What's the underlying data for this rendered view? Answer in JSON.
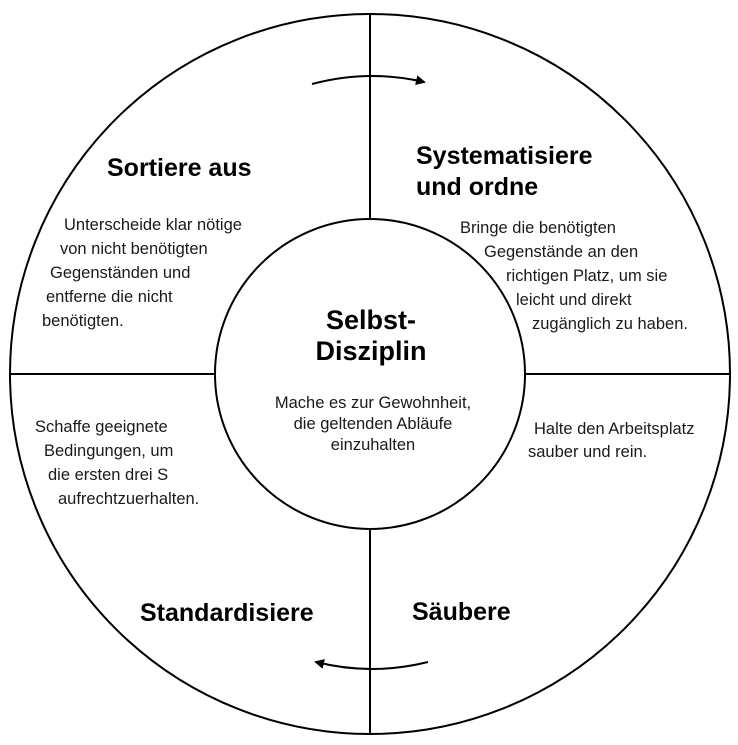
{
  "center": {
    "title_lines": [
      "Selbst-",
      "Disziplin"
    ],
    "desc_lines": [
      "Mache es zur Gewohnheit,",
      "die geltenden Abläufe",
      "einzuhalten"
    ]
  },
  "top_left": {
    "title": "Sortiere aus",
    "desc_lines": [
      "Unterscheide klar nötige",
      "von nicht benötigten",
      "Gegenständen und",
      "entferne die nicht",
      "benötigten."
    ]
  },
  "top_right": {
    "title_lines": [
      "Systematisiere",
      "und ordne"
    ],
    "desc_lines": [
      "Bringe die benötigten",
      "Gegenstände an den",
      "richtigen Platz, um sie",
      "leicht und direkt",
      "zugänglich zu haben."
    ]
  },
  "bottom_right": {
    "title": "Säubere",
    "desc_lines": [
      "Halte den Arbeitsplatz",
      "sauber und rein."
    ]
  },
  "bottom_left": {
    "title": "Standardisiere",
    "desc_lines": [
      "Schaffe geeignete",
      "Bedingungen, um",
      "die ersten drei S",
      "aufrechtzuerhalten."
    ]
  },
  "colors": {
    "line": "#000000",
    "background": "#ffffff"
  }
}
